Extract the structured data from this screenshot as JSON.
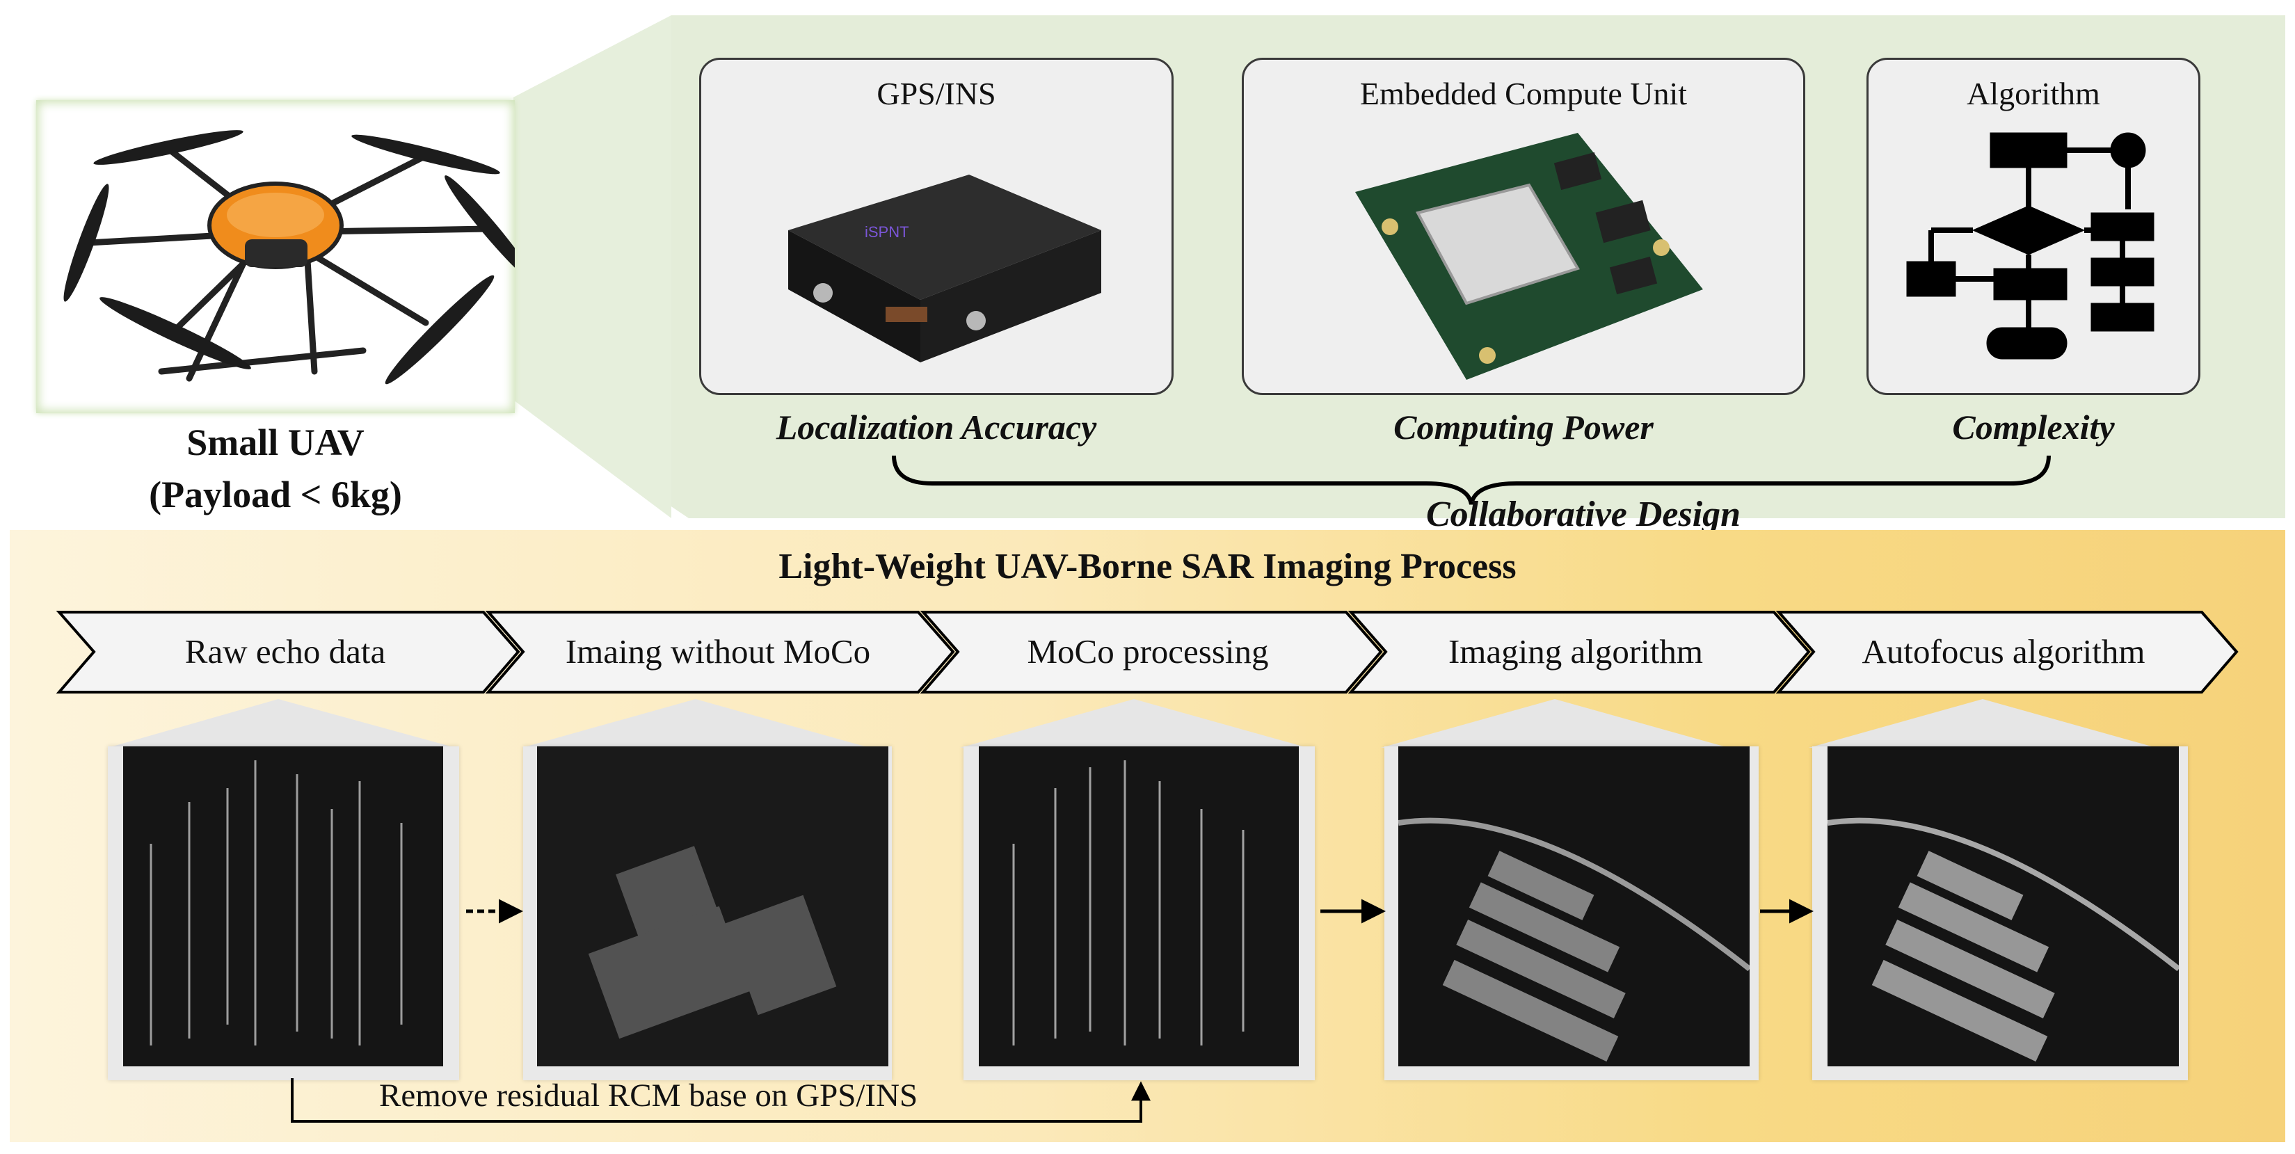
{
  "uav": {
    "title": "Small UAV",
    "subtitle": "(Payload < 6kg)"
  },
  "components": [
    {
      "title": "GPS/INS",
      "caption": "Localization Accuracy",
      "icon": "gps-ins-module-icon"
    },
    {
      "title": "Embedded Compute Unit",
      "caption": "Computing Power",
      "icon": "compute-board-icon"
    },
    {
      "title": "Algorithm",
      "caption": "Complexity",
      "icon": "flowchart-icon"
    }
  ],
  "collaborative_design": "Collaborative Design",
  "process_title": "Light-Weight UAV-Borne SAR Imaging Process",
  "stages": [
    "Raw echo data",
    "Imaing without MoCo",
    "MoCo processing",
    "Imaging algorithm",
    "Autofocus algorithm"
  ],
  "feedback_label": "Remove residual RCM base on GPS/INS",
  "colors": {
    "top_panel": "#e4edd9",
    "bottom_panel": "#f8da86",
    "drone_orange": "#f08c1c"
  }
}
